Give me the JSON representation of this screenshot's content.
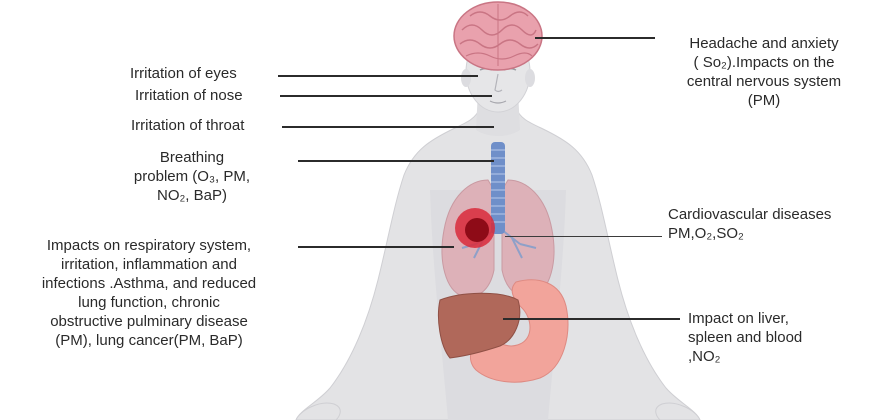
{
  "labels": {
    "eyes": "Irritation of eyes",
    "nose": "Irritation of nose",
    "throat": "Irritation of throat",
    "breathing": {
      "line1": "Breathing",
      "line2": "problem (O₃, PM,",
      "line3": "NO₂, BaP)"
    },
    "respiratory": {
      "line1": "Impacts on respiratory system,",
      "line2": "irritation, inflammation and",
      "line3": "infections .Asthma, and reduced",
      "line4": "lung function, chronic",
      "line5": "obstructive pulminary disease",
      "line6": "(PM), lung cancer(PM, BaP)"
    },
    "headache": {
      "line1": "Headache and anxiety",
      "line2": "( So₂).Impacts on the",
      "line3": "central nervous system",
      "line4": "(PM)"
    },
    "cardio": {
      "line1": "Cardiovascular diseases",
      "line2": "PM,O₂,SO₂"
    },
    "liver": {
      "line1": "Impact on liver,",
      "line2": "spleen and blood",
      "line3": ",NO₂"
    }
  },
  "colors": {
    "skin": "#e3e3e5",
    "skin_shade": "#cfcfd3",
    "brain": "#e9a1ad",
    "brain_fold": "#c97584",
    "lung": "#ddb1b8",
    "lung_vessel": "#8ea0c8",
    "trachea": "#6f8fc9",
    "tumor_outer": "#d92a3a",
    "tumor_inner": "#8e0b17",
    "liver": "#b0685a",
    "stomach": "#f2a49b",
    "leader_line": "#2b2b2b"
  }
}
